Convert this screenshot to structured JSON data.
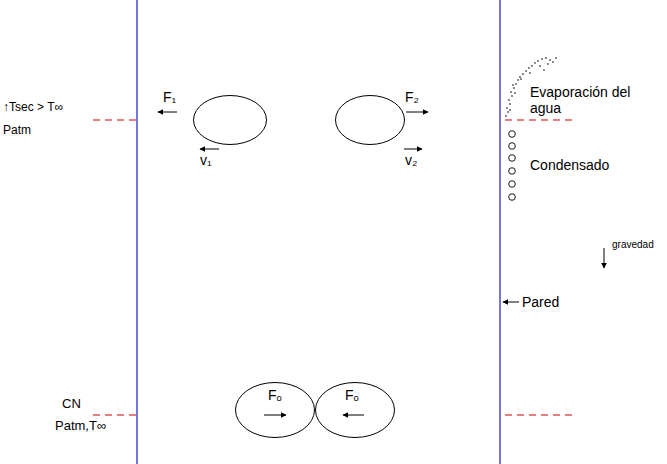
{
  "diagram": {
    "nodes": [
      {
        "text": [
          "F₁",
          "v₁"
        ]
      },
      {
        "text": [
          "F₂",
          "v₂"
        ]
      },
      {
        "text": [
          "Fₒ"
        ]
      },
      {
        "text": [
          "Fₒ"
        ]
      }
    ],
    "labels": [
      "↑Tsec > T∞",
      "Patm",
      "CN",
      "Patm,T∞",
      "Evaporación del agua",
      "Condensado",
      "gravedad",
      "Pared"
    ]
  }
}
